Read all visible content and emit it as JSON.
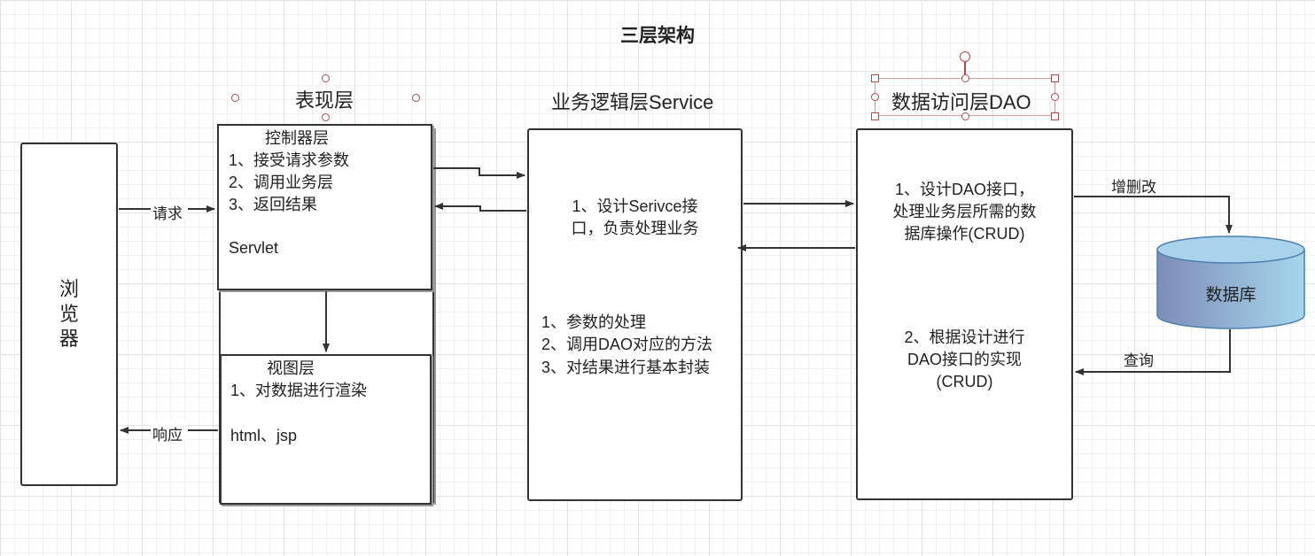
{
  "title": "三层架构",
  "layers": {
    "presentation": "表现层",
    "business": "业务逻辑层Service",
    "dao": "数据访问层DAO"
  },
  "browser": {
    "label": "浏\n览\n器"
  },
  "controller": {
    "title": "控制器层",
    "items": [
      "1、接受请求参数",
      "2、调用业务层",
      "3、返回结果"
    ],
    "tech": "Servlet"
  },
  "view": {
    "title": "视图层",
    "item": "1、对数据进行渲染",
    "tech": "html、jsp"
  },
  "service": {
    "desc": "1、设计Serivce接\n口，负责处理业务",
    "items": [
      "1、参数的处理",
      "2、调用DAO对应的方法",
      "3、对结果进行基本封装"
    ]
  },
  "dao": {
    "desc": "1、设计DAO接口，\n处理业务层所需的数\n据库操作(CRUD)",
    "impl": "2、根据设计进行\nDAO接口的实现\n(CRUD)"
  },
  "database": {
    "label": "数据库"
  },
  "edges": {
    "request": "请求",
    "response": "响应",
    "modify": "增删改",
    "query": "查询"
  },
  "colors": {
    "db_gradient_left": "#7d8db8",
    "db_gradient_right": "#a6d6ec",
    "db_top": "#a9d3ea",
    "db_stroke": "#4d80b0",
    "selection_handle": "#b04a4a"
  }
}
